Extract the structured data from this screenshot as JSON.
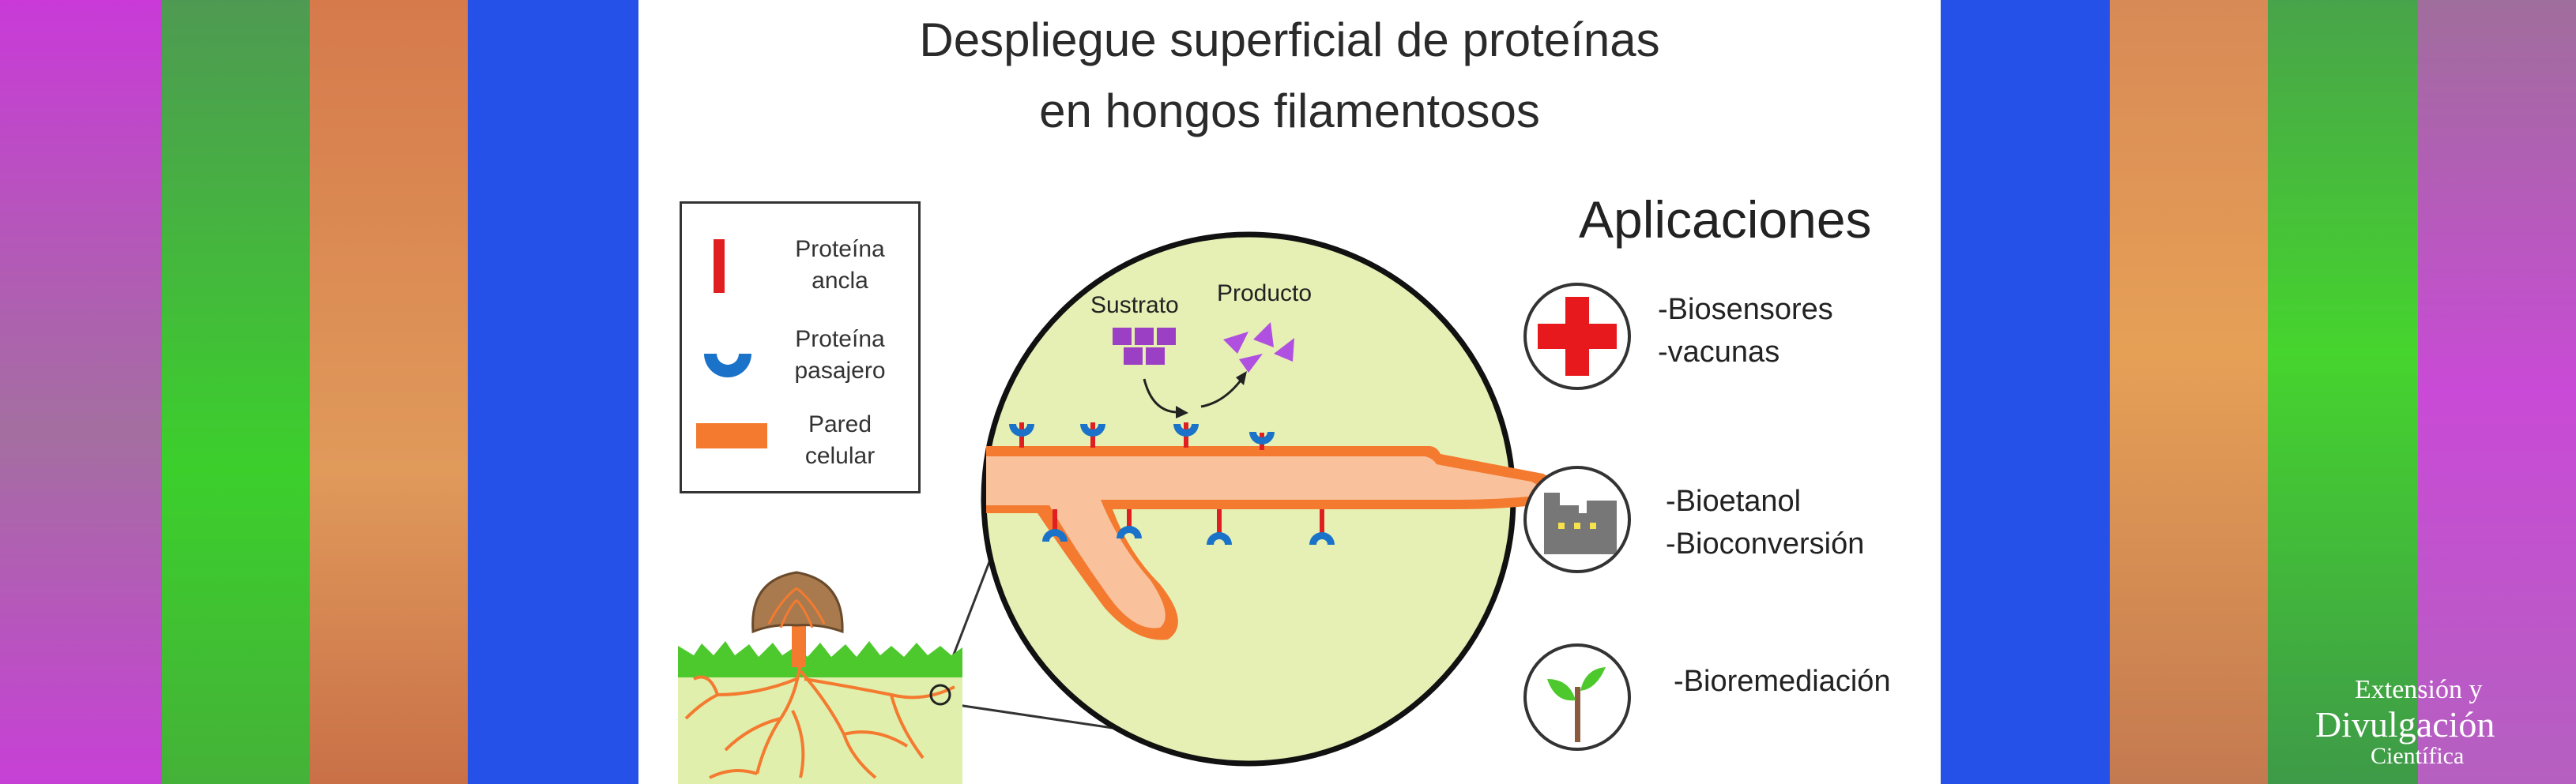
{
  "title": {
    "line1": "Despliegue superficial de proteínas",
    "line2": "en hongos filamentosos"
  },
  "legend": {
    "anchor": "Proteína\nancla",
    "passenger": "Proteína\npasajero",
    "wall": "Pared\ncelular"
  },
  "diagram": {
    "substrate": "Sustrato",
    "product": "Producto"
  },
  "applications": {
    "title": "Aplicaciones",
    "items": [
      {
        "icon": "red-cross-icon",
        "text": "-Biosensores\n-vacunas"
      },
      {
        "icon": "factory-icon",
        "text": "-Bioetanol\n-Bioconversión"
      },
      {
        "icon": "plant-sprout-icon",
        "text": "-Bioremediación"
      }
    ]
  },
  "logo": {
    "line1": "Extensión y",
    "line2": "Divulgación",
    "line3": "Científica"
  },
  "colors": {
    "anchor": "#e02020",
    "passenger": "#1a73c8",
    "wall": "#f47a30",
    "hypha": "#f9c29c",
    "circle": "#e6f0b4",
    "substrate": "#9b3fc4",
    "cross": "#e8191c",
    "factory": "#777777",
    "grass": "#4ec92d",
    "soil": "#e0efac",
    "mushroom": "#a87a4e"
  }
}
